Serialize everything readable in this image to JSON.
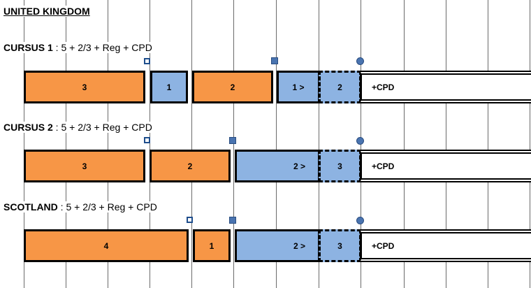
{
  "title": "UNITED KINGDOM",
  "rows": [
    {
      "name": "CURSUS 1",
      "formula": " : 5 + 2/3 + Reg + CPD",
      "blocks": [
        {
          "label": "3",
          "type": "orange"
        },
        {
          "label": "1",
          "type": "blue"
        },
        {
          "label": "2",
          "type": "orange"
        },
        {
          "label": "1 >",
          "type": "blue"
        },
        {
          "label": "2",
          "type": "blue-dashed"
        },
        {
          "label": "+CPD",
          "type": "cpd"
        }
      ]
    },
    {
      "name": "CURSUS 2",
      "formula": " : 5 + 2/3 + Reg + CPD",
      "blocks": [
        {
          "label": "3",
          "type": "orange"
        },
        {
          "label": "2",
          "type": "orange"
        },
        {
          "label": "2 >",
          "type": "blue"
        },
        {
          "label": "3",
          "type": "blue-dashed"
        },
        {
          "label": "+CPD",
          "type": "cpd"
        }
      ]
    },
    {
      "name": "SCOTLAND",
      "formula": " : 5 + 2/3 + Reg + CPD",
      "blocks": [
        {
          "label": "4",
          "type": "orange"
        },
        {
          "label": "1",
          "type": "orange"
        },
        {
          "label": "2 >",
          "type": "blue"
        },
        {
          "label": "3",
          "type": "blue-dashed"
        },
        {
          "label": "+CPD",
          "type": "cpd"
        }
      ]
    }
  ],
  "colors": {
    "orange": "#f79646",
    "blue": "#8db3e2",
    "marker": "#4a74b0"
  },
  "markers": [
    "open-square-marker",
    "filled-square-marker",
    "circle-marker"
  ]
}
